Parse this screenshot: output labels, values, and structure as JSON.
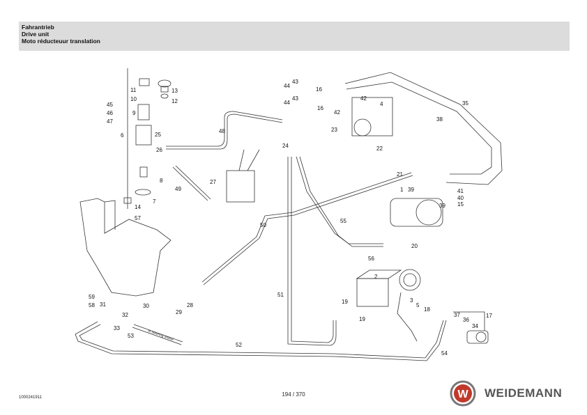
{
  "header": {
    "title_de": "Fahrantrieb",
    "title_en": "Drive unit",
    "title_fr": "Moto réducteuur translation"
  },
  "diagram": {
    "callouts": [
      "1",
      "2",
      "3",
      "4",
      "5",
      "6",
      "7",
      "8",
      "9",
      "10",
      "11",
      "12",
      "13",
      "14",
      "15",
      "16",
      "16",
      "17",
      "18",
      "19",
      "19",
      "20",
      "21",
      "22",
      "23",
      "24",
      "25",
      "26",
      "27",
      "28",
      "29",
      "30",
      "31",
      "32",
      "33",
      "34",
      "35",
      "36",
      "37",
      "38",
      "39",
      "39",
      "40",
      "41",
      "42",
      "42",
      "43",
      "43",
      "44",
      "44",
      "45",
      "46",
      "47",
      "48",
      "49",
      "50",
      "51",
      "52",
      "53",
      "54",
      "55",
      "56",
      "57",
      "58",
      "59"
    ],
    "hose_label": "to steering orbitol"
  },
  "footer": {
    "doc_id": "1000241911",
    "page": "194 / 370",
    "brand": "WEIDEMANN",
    "brand_color": "#c0392b"
  }
}
